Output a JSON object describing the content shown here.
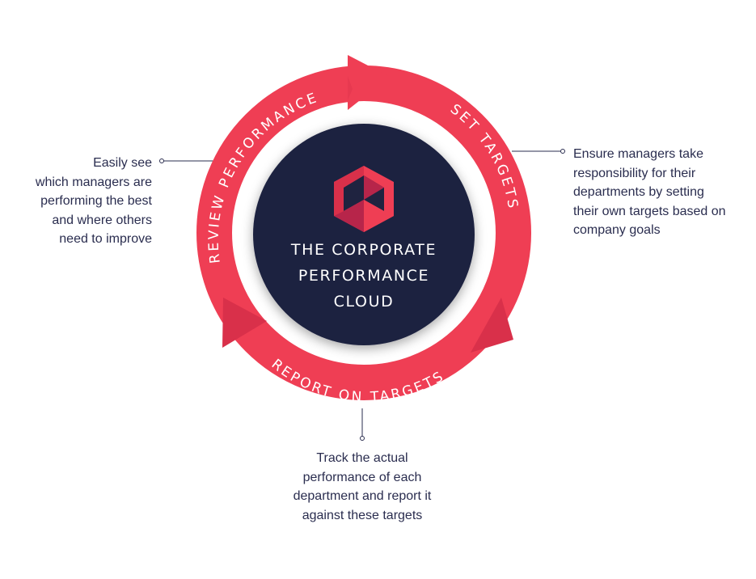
{
  "diagram": {
    "center_title_lines": [
      "THE CORPORATE",
      "PERFORMANCE",
      "CLOUD"
    ],
    "stages": [
      {
        "id": "set",
        "label": "SET TARGETS",
        "description_lines": [
          "Ensure managers take",
          "responsibility for their",
          "departments by setting",
          "their own targets based on",
          "company goals"
        ]
      },
      {
        "id": "report",
        "label": "REPORT ON TARGETS",
        "description_lines": [
          "Track the actual",
          "performance of each",
          "department and report it",
          "against these targets"
        ]
      },
      {
        "id": "review",
        "label": "REVIEW PERFORMANCE",
        "description_lines": [
          "Easily see",
          "which managers are",
          "performing the best",
          "and where others",
          "need to improve"
        ]
      }
    ],
    "colors": {
      "ring": "#ef3e54",
      "ring_dark": "#d9304a",
      "center": "#1f2340",
      "text_dark": "#2a2d4f",
      "logo_light": "#ef3e54",
      "logo_dark": "#b7254a"
    },
    "logo_icon": "cube-m-logo-icon"
  }
}
